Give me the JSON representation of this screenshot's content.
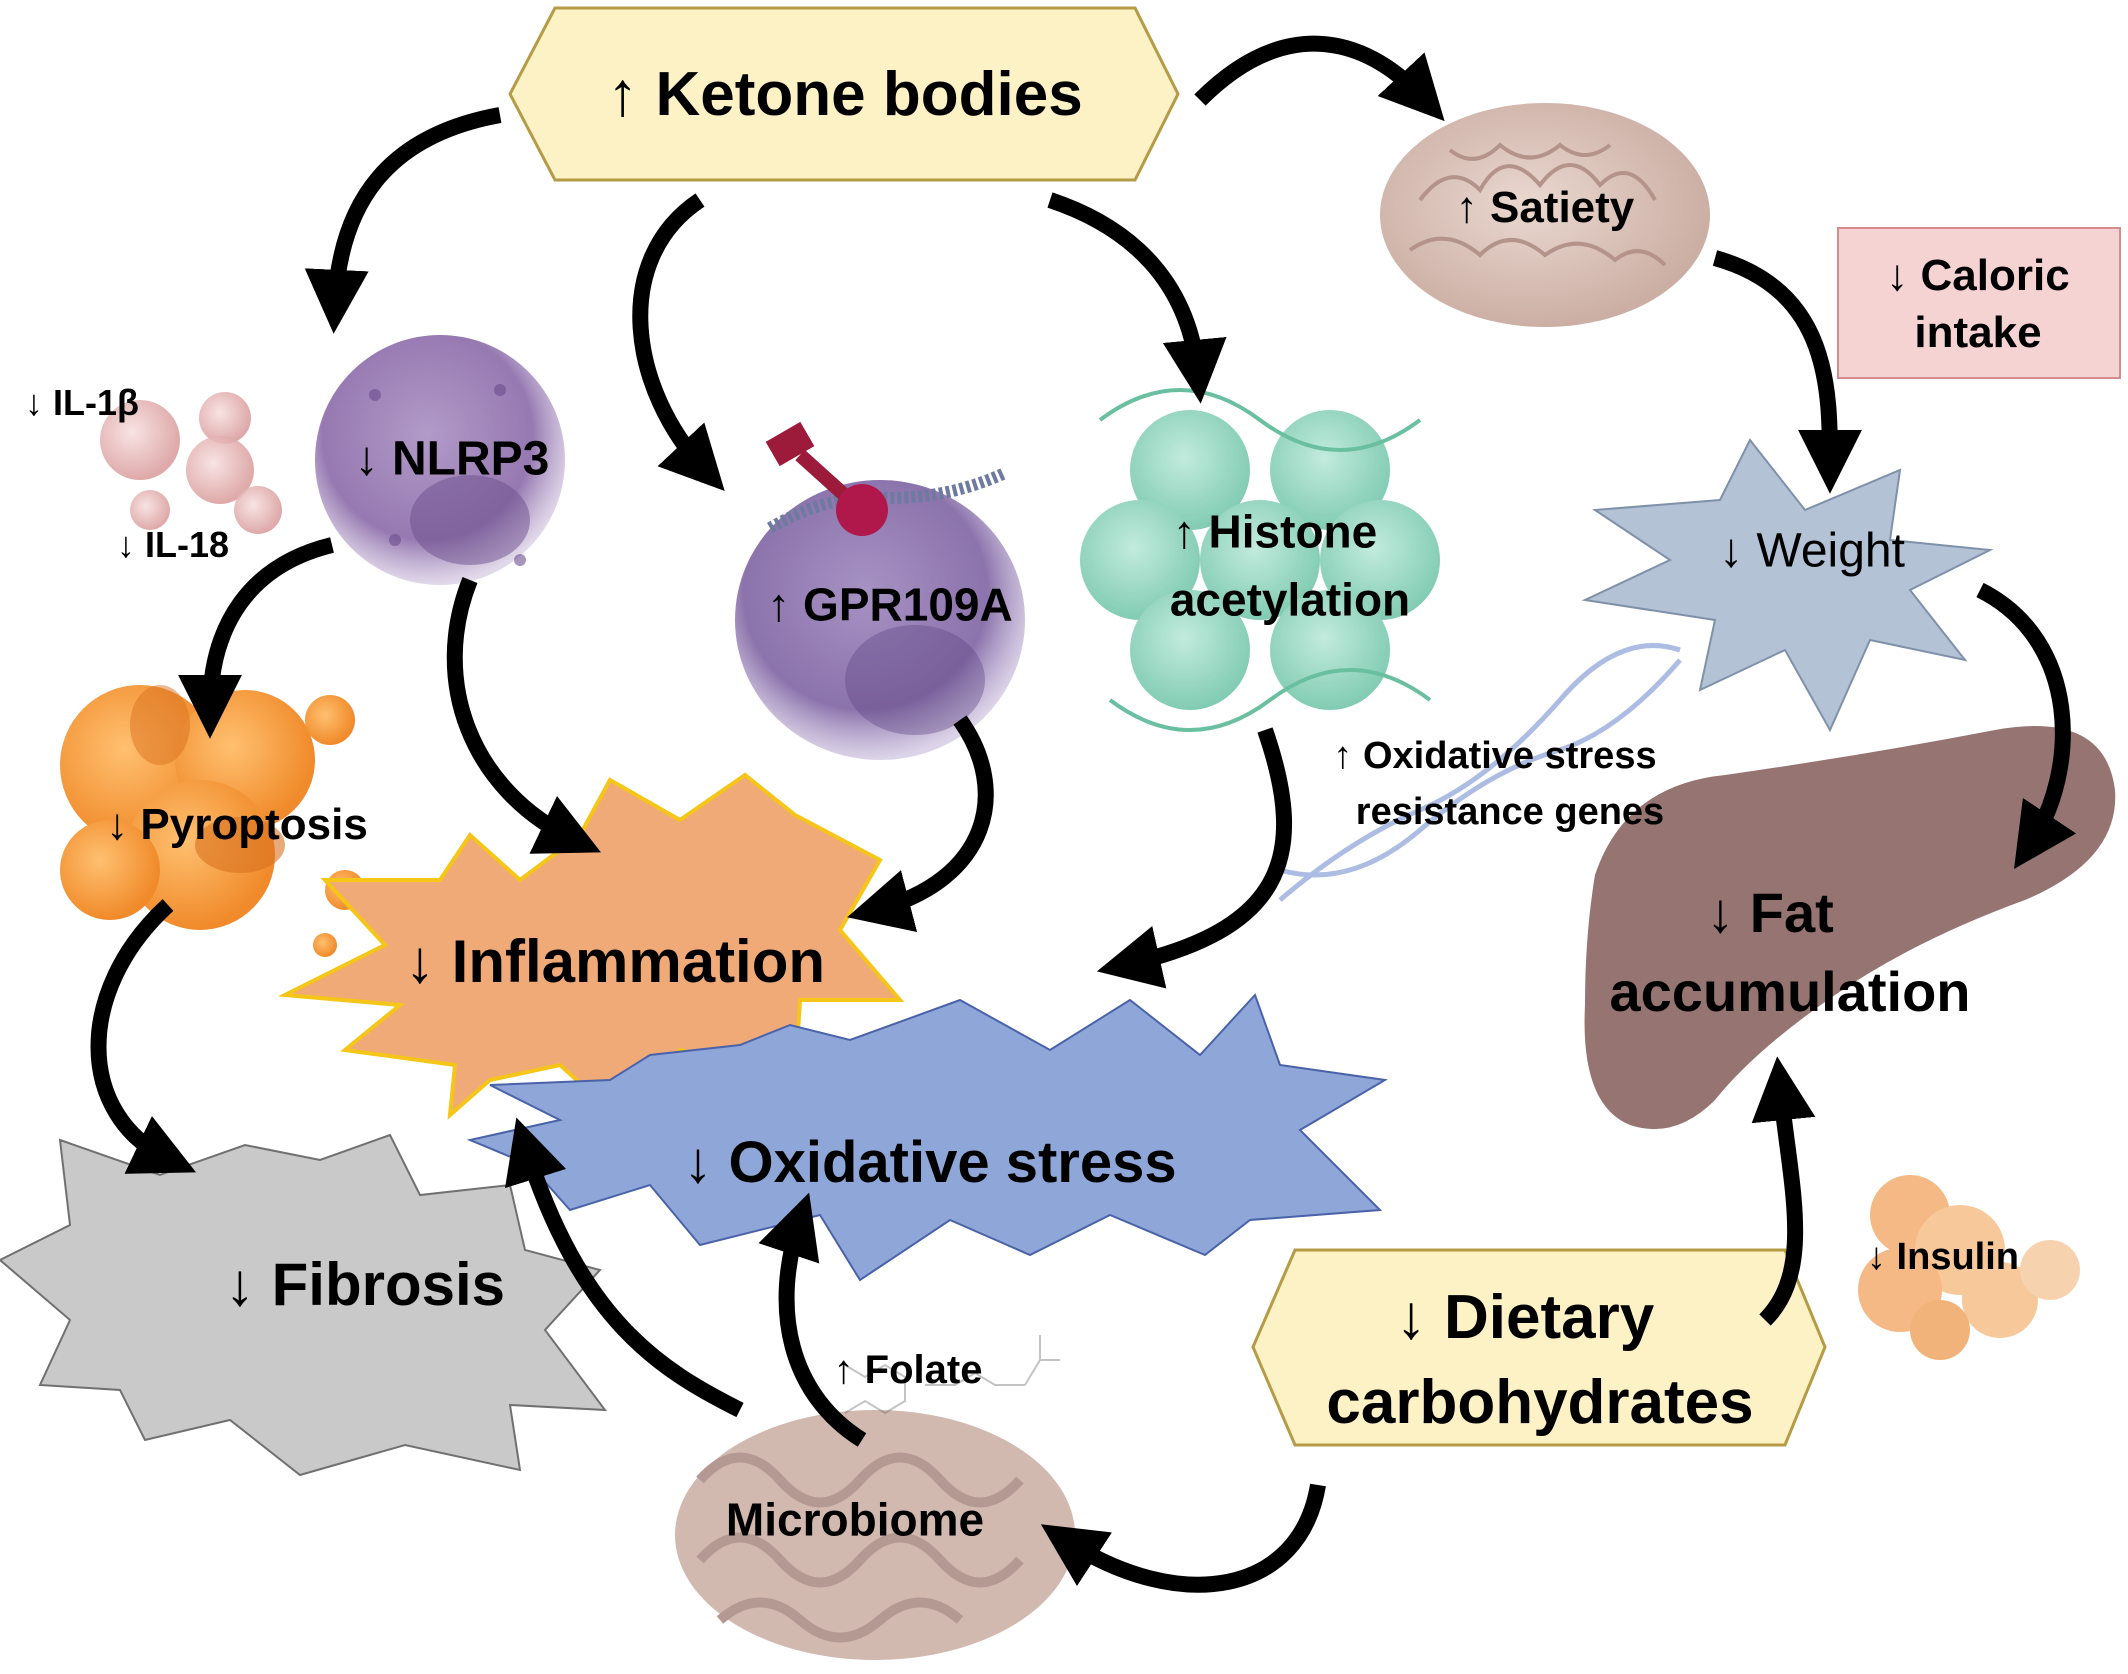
{
  "nodes": {
    "ketone": "↑ Ketone bodies",
    "satiety": "↑ Satiety",
    "caloric": [
      "↓ Caloric",
      "intake"
    ],
    "il1b": "↓ IL-1β",
    "il18": "↓ IL-18",
    "nlrp3": "↓ NLRP3",
    "gpr": "↑ GPR109A",
    "histone": [
      "↑ Histone",
      "acetylation"
    ],
    "weight": "↓ Weight",
    "oxgenes": [
      "↑ Oxidative stress",
      "resistance genes"
    ],
    "pyroptosis": "↓ Pyroptosis",
    "inflammation": "↓ Inflammation",
    "fat": [
      "↓ Fat",
      "accumulation"
    ],
    "oxstress": "↓ Oxidative stress",
    "fibrosis": "↓ Fibrosis",
    "insulin": "↓ Insulin",
    "dietary": [
      "↓ Dietary",
      "carbohydrates"
    ],
    "folate": "↑ Folate",
    "microbiome": "Microbiome"
  },
  "colors": {
    "hexagon_fill": "#fdf1c6",
    "hexagon_stroke": "#b59b45",
    "caloric_fill": "#f6d3d3",
    "weight_fill": "#b4c2d6",
    "inflammation_fill": "#f0aa78",
    "inflammation_stroke": "#f5c518",
    "oxstress_fill": "#8ea6d8",
    "fibrosis_fill": "#c9c9c9",
    "arrow": "#000000"
  }
}
